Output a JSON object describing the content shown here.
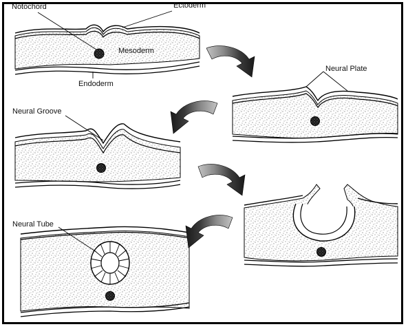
{
  "labels": {
    "notochord": "Notochord",
    "ectoderm": "Ectoderm",
    "mesoderm": "Mesoderm",
    "endoderm": "Endoderm",
    "neural_plate": "Neural Plate",
    "neural_groove": "Neural Groove",
    "neural_tube": "Neural Tube"
  },
  "arrow_colors": [
    "#3a3a3a",
    "#8a8a8a",
    "#c4c4c4"
  ]
}
